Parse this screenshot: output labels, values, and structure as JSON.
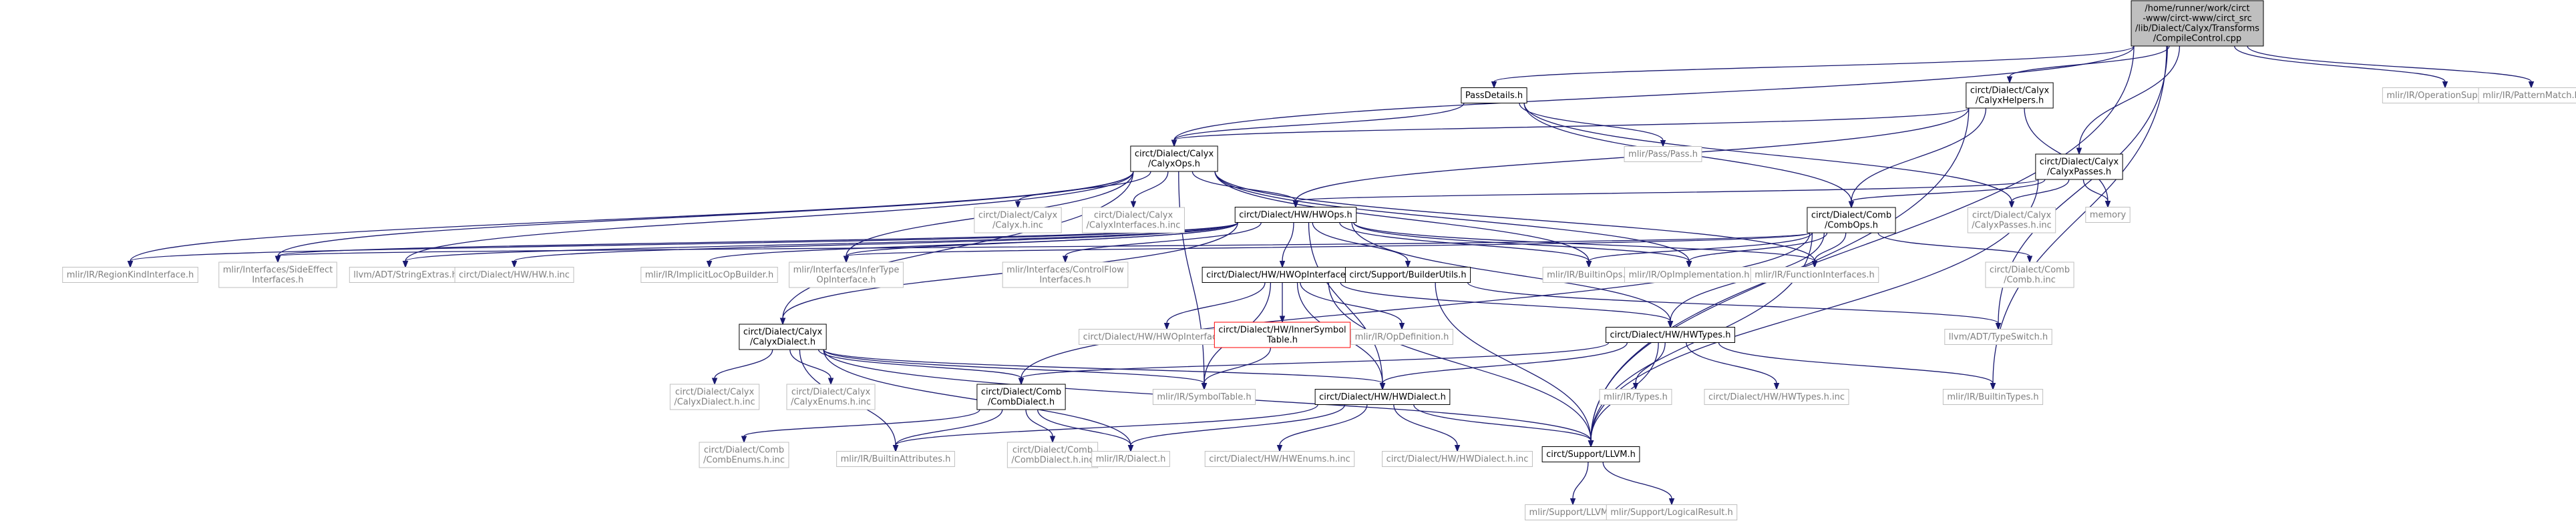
{
  "graph": {
    "nodes": [
      {
        "id": "root",
        "kind": "root",
        "lines": [
          "/home/runner/work/circt",
          "-www/circt-www/circt_src",
          "/lib/Dialect/Calyx/Transforms",
          "/CompileControl.cpp"
        ]
      },
      {
        "id": "passdetails",
        "kind": "normal",
        "lines": [
          "PassDetails.h"
        ]
      },
      {
        "id": "calyxhelpers",
        "kind": "normal",
        "lines": [
          "circt/Dialect/Calyx",
          "/CalyxHelpers.h"
        ]
      },
      {
        "id": "opsupport",
        "kind": "external",
        "lines": [
          "mlir/IR/OperationSupport.h"
        ]
      },
      {
        "id": "patternmatch",
        "kind": "external",
        "lines": [
          "mlir/IR/PatternMatch.h"
        ]
      },
      {
        "id": "calyxops",
        "kind": "normal",
        "lines": [
          "circt/Dialect/Calyx",
          "/CalyxOps.h"
        ]
      },
      {
        "id": "mlirpass",
        "kind": "external",
        "lines": [
          "mlir/Pass/Pass.h"
        ]
      },
      {
        "id": "calyxpasses",
        "kind": "normal",
        "lines": [
          "circt/Dialect/Calyx",
          "/CalyxPasses.h"
        ]
      },
      {
        "id": "memory",
        "kind": "external",
        "lines": [
          "memory"
        ]
      },
      {
        "id": "calyxhinc",
        "kind": "external",
        "lines": [
          "circt/Dialect/Calyx",
          "/Calyx.h.inc"
        ]
      },
      {
        "id": "calyxifaceinc",
        "kind": "external",
        "lines": [
          "circt/Dialect/Calyx",
          "/CalyxInterfaces.h.inc"
        ]
      },
      {
        "id": "hwops",
        "kind": "normal",
        "lines": [
          "circt/Dialect/HW/HWOps.h"
        ]
      },
      {
        "id": "combops",
        "kind": "normal",
        "lines": [
          "circt/Dialect/Comb",
          "/CombOps.h"
        ]
      },
      {
        "id": "calyxpassesinc",
        "kind": "external",
        "lines": [
          "circt/Dialect/Calyx",
          "/CalyxPasses.h.inc"
        ]
      },
      {
        "id": "regionkind",
        "kind": "external",
        "lines": [
          "mlir/IR/RegionKindInterface.h"
        ]
      },
      {
        "id": "sideeffect",
        "kind": "external",
        "lines": [
          "mlir/Interfaces/SideEffect",
          "Interfaces.h"
        ]
      },
      {
        "id": "stringextras",
        "kind": "external",
        "lines": [
          "llvm/ADT/StringExtras.h"
        ]
      },
      {
        "id": "hwhinc",
        "kind": "external",
        "lines": [
          "circt/Dialect/HW/HW.h.inc"
        ]
      },
      {
        "id": "implicitloc",
        "kind": "external",
        "lines": [
          "mlir/IR/ImplicitLocOpBuilder.h"
        ]
      },
      {
        "id": "infertype",
        "kind": "external",
        "lines": [
          "mlir/Interfaces/InferType",
          "OpInterface.h"
        ]
      },
      {
        "id": "controlflow",
        "kind": "external",
        "lines": [
          "mlir/Interfaces/ControlFlow",
          "Interfaces.h"
        ]
      },
      {
        "id": "hwopinterfaces",
        "kind": "normal",
        "lines": [
          "circt/Dialect/HW/HWOpInterfaces.h"
        ]
      },
      {
        "id": "builderutils",
        "kind": "normal",
        "lines": [
          "circt/Support/BuilderUtils.h"
        ]
      },
      {
        "id": "builtinops",
        "kind": "external",
        "lines": [
          "mlir/IR/BuiltinOps.h"
        ]
      },
      {
        "id": "opimpl",
        "kind": "external",
        "lines": [
          "mlir/IR/OpImplementation.h"
        ]
      },
      {
        "id": "funciface",
        "kind": "external",
        "lines": [
          "mlir/IR/FunctionInterfaces.h"
        ]
      },
      {
        "id": "combhinc",
        "kind": "external",
        "lines": [
          "circt/Dialect/Comb",
          "/Comb.h.inc"
        ]
      },
      {
        "id": "hwopifaceinc",
        "kind": "external",
        "lines": [
          "circt/Dialect/HW/HWOpInterfaces.h.inc"
        ]
      },
      {
        "id": "innersym",
        "kind": "focus",
        "lines": [
          "circt/Dialect/HW/InnerSymbol",
          "Table.h"
        ]
      },
      {
        "id": "opdef",
        "kind": "external",
        "lines": [
          "mlir/IR/OpDefinition.h"
        ]
      },
      {
        "id": "hwtypes",
        "kind": "normal",
        "lines": [
          "circt/Dialect/HW/HWTypes.h"
        ]
      },
      {
        "id": "typeswitch",
        "kind": "external",
        "lines": [
          "llvm/ADT/TypeSwitch.h"
        ]
      },
      {
        "id": "calyxdialect",
        "kind": "normal",
        "lines": [
          "circt/Dialect/Calyx",
          "/CalyxDialect.h"
        ]
      },
      {
        "id": "calyxdialectinc",
        "kind": "external",
        "lines": [
          "circt/Dialect/Calyx",
          "/CalyxDialect.h.inc"
        ]
      },
      {
        "id": "calyxenumsinc",
        "kind": "external",
        "lines": [
          "circt/Dialect/Calyx",
          "/CalyxEnums.h.inc"
        ]
      },
      {
        "id": "combdialect",
        "kind": "normal",
        "lines": [
          "circt/Dialect/Comb",
          "/CombDialect.h"
        ]
      },
      {
        "id": "symboltable",
        "kind": "external",
        "lines": [
          "mlir/IR/SymbolTable.h"
        ]
      },
      {
        "id": "hwdialect",
        "kind": "normal",
        "lines": [
          "circt/Dialect/HW/HWDialect.h"
        ]
      },
      {
        "id": "mlirtypes",
        "kind": "external",
        "lines": [
          "mlir/IR/Types.h"
        ]
      },
      {
        "id": "hwtypesinc",
        "kind": "external",
        "lines": [
          "circt/Dialect/HW/HWTypes.h.inc"
        ]
      },
      {
        "id": "builtintypes",
        "kind": "external",
        "lines": [
          "mlir/IR/BuiltinTypes.h"
        ]
      },
      {
        "id": "combenumsinc",
        "kind": "external",
        "lines": [
          "circt/Dialect/Comb",
          "/CombEnums.h.inc"
        ]
      },
      {
        "id": "builtinattrs",
        "kind": "external",
        "lines": [
          "mlir/IR/BuiltinAttributes.h"
        ]
      },
      {
        "id": "combdialectinc",
        "kind": "external",
        "lines": [
          "circt/Dialect/Comb",
          "/CombDialect.h.inc"
        ]
      },
      {
        "id": "mlirdialect",
        "kind": "external",
        "lines": [
          "mlir/IR/Dialect.h"
        ]
      },
      {
        "id": "hwenumsinc",
        "kind": "external",
        "lines": [
          "circt/Dialect/HW/HWEnums.h.inc"
        ]
      },
      {
        "id": "hwdialectinc",
        "kind": "external",
        "lines": [
          "circt/Dialect/HW/HWDialect.h.inc"
        ]
      },
      {
        "id": "supportllvm",
        "kind": "normal",
        "lines": [
          "circt/Support/LLVM.h"
        ]
      },
      {
        "id": "mlirsupportllvm",
        "kind": "external",
        "lines": [
          "mlir/Support/LLVM.h"
        ]
      },
      {
        "id": "logicalresult",
        "kind": "external",
        "lines": [
          "mlir/Support/LogicalResult.h"
        ]
      }
    ],
    "edges": [
      [
        "root",
        "passdetails"
      ],
      [
        "root",
        "calyxhelpers"
      ],
      [
        "root",
        "opsupport"
      ],
      [
        "root",
        "patternmatch"
      ],
      [
        "root",
        "calyxops"
      ],
      [
        "root",
        "calyxpasses"
      ],
      [
        "root",
        "typeswitch"
      ],
      [
        "root",
        "builtintypes"
      ],
      [
        "root",
        "supportllvm"
      ],
      [
        "passdetails",
        "calyxops"
      ],
      [
        "passdetails",
        "mlirpass"
      ],
      [
        "passdetails",
        "combops"
      ],
      [
        "passdetails",
        "calyxpassesinc"
      ],
      [
        "calyxhelpers",
        "calyxops"
      ],
      [
        "calyxhelpers",
        "hwops"
      ],
      [
        "calyxhelpers",
        "combops"
      ],
      [
        "calyxhelpers",
        "memory"
      ],
      [
        "calyxhelpers",
        "supportllvm"
      ],
      [
        "calyxpasses",
        "hwops"
      ],
      [
        "calyxpasses",
        "combops"
      ],
      [
        "calyxpasses",
        "memory"
      ],
      [
        "calyxpasses",
        "calyxpassesinc"
      ],
      [
        "calyxpasses",
        "supportllvm"
      ],
      [
        "calyxops",
        "calyxdialect"
      ],
      [
        "calyxops",
        "calyxhinc"
      ],
      [
        "calyxops",
        "calyxifaceinc"
      ],
      [
        "calyxops",
        "hwops"
      ],
      [
        "calyxops",
        "regionkind"
      ],
      [
        "calyxops",
        "sideeffect"
      ],
      [
        "calyxops",
        "infertype"
      ],
      [
        "calyxops",
        "builtinops"
      ],
      [
        "calyxops",
        "opimpl"
      ],
      [
        "calyxops",
        "funciface"
      ],
      [
        "calyxops",
        "stringextras"
      ],
      [
        "calyxops",
        "symboltable"
      ],
      [
        "hwops",
        "regionkind"
      ],
      [
        "hwops",
        "sideeffect"
      ],
      [
        "hwops",
        "stringextras"
      ],
      [
        "hwops",
        "hwhinc"
      ],
      [
        "hwops",
        "implicitloc"
      ],
      [
        "hwops",
        "infertype"
      ],
      [
        "hwops",
        "controlflow"
      ],
      [
        "hwops",
        "hwopinterfaces"
      ],
      [
        "hwops",
        "builderutils"
      ],
      [
        "hwops",
        "builtinops"
      ],
      [
        "hwops",
        "opimpl"
      ],
      [
        "hwops",
        "funciface"
      ],
      [
        "hwops",
        "hwtypes"
      ],
      [
        "hwops",
        "hwdialect"
      ],
      [
        "hwops",
        "calyxdialect"
      ],
      [
        "combops",
        "combhinc"
      ],
      [
        "combops",
        "builtinops"
      ],
      [
        "combops",
        "opimpl"
      ],
      [
        "combops",
        "funciface"
      ],
      [
        "combops",
        "infertype"
      ],
      [
        "combops",
        "sideeffect"
      ],
      [
        "combops",
        "combdialect"
      ],
      [
        "combops",
        "hwtypes"
      ],
      [
        "combops",
        "supportllvm"
      ],
      [
        "hwopinterfaces",
        "hwopifaceinc"
      ],
      [
        "hwopinterfaces",
        "innersym"
      ],
      [
        "hwopinterfaces",
        "opdef"
      ],
      [
        "hwopinterfaces",
        "hwtypes"
      ],
      [
        "hwopinterfaces",
        "symboltable"
      ],
      [
        "hwopinterfaces",
        "supportllvm"
      ],
      [
        "hwopinterfaces",
        "hwdialect"
      ],
      [
        "builderutils",
        "typeswitch"
      ],
      [
        "builderutils",
        "supportllvm"
      ],
      [
        "innersym",
        "symboltable"
      ],
      [
        "hwtypes",
        "mlirtypes"
      ],
      [
        "hwtypes",
        "hwtypesinc"
      ],
      [
        "hwtypes",
        "builtintypes"
      ],
      [
        "hwtypes",
        "hwdialect"
      ],
      [
        "hwtypes",
        "supportllvm"
      ],
      [
        "hwtypes",
        "combdialect"
      ],
      [
        "calyxdialect",
        "calyxdialectinc"
      ],
      [
        "calyxdialect",
        "calyxenumsinc"
      ],
      [
        "calyxdialect",
        "combdialect"
      ],
      [
        "calyxdialect",
        "symboltable"
      ],
      [
        "calyxdialect",
        "builtinattrs"
      ],
      [
        "calyxdialect",
        "mlirdialect"
      ],
      [
        "calyxdialect",
        "hwdialect"
      ],
      [
        "calyxdialect",
        "supportllvm"
      ],
      [
        "combdialect",
        "combenumsinc"
      ],
      [
        "combdialect",
        "builtinattrs"
      ],
      [
        "combdialect",
        "combdialectinc"
      ],
      [
        "combdialect",
        "mlirdialect"
      ],
      [
        "hwdialect",
        "builtinattrs"
      ],
      [
        "hwdialect",
        "mlirdialect"
      ],
      [
        "hwdialect",
        "hwenumsinc"
      ],
      [
        "hwdialect",
        "hwdialectinc"
      ],
      [
        "hwdialect",
        "supportllvm"
      ],
      [
        "supportllvm",
        "mlirsupportllvm"
      ],
      [
        "supportllvm",
        "logicalresult"
      ]
    ],
    "colors": {
      "edge": "#191970",
      "root_fill": "#bfbfbf",
      "external_border": "#bfbfbf",
      "external_text": "#7f7f7f",
      "focus_border": "#ff0000"
    }
  }
}
